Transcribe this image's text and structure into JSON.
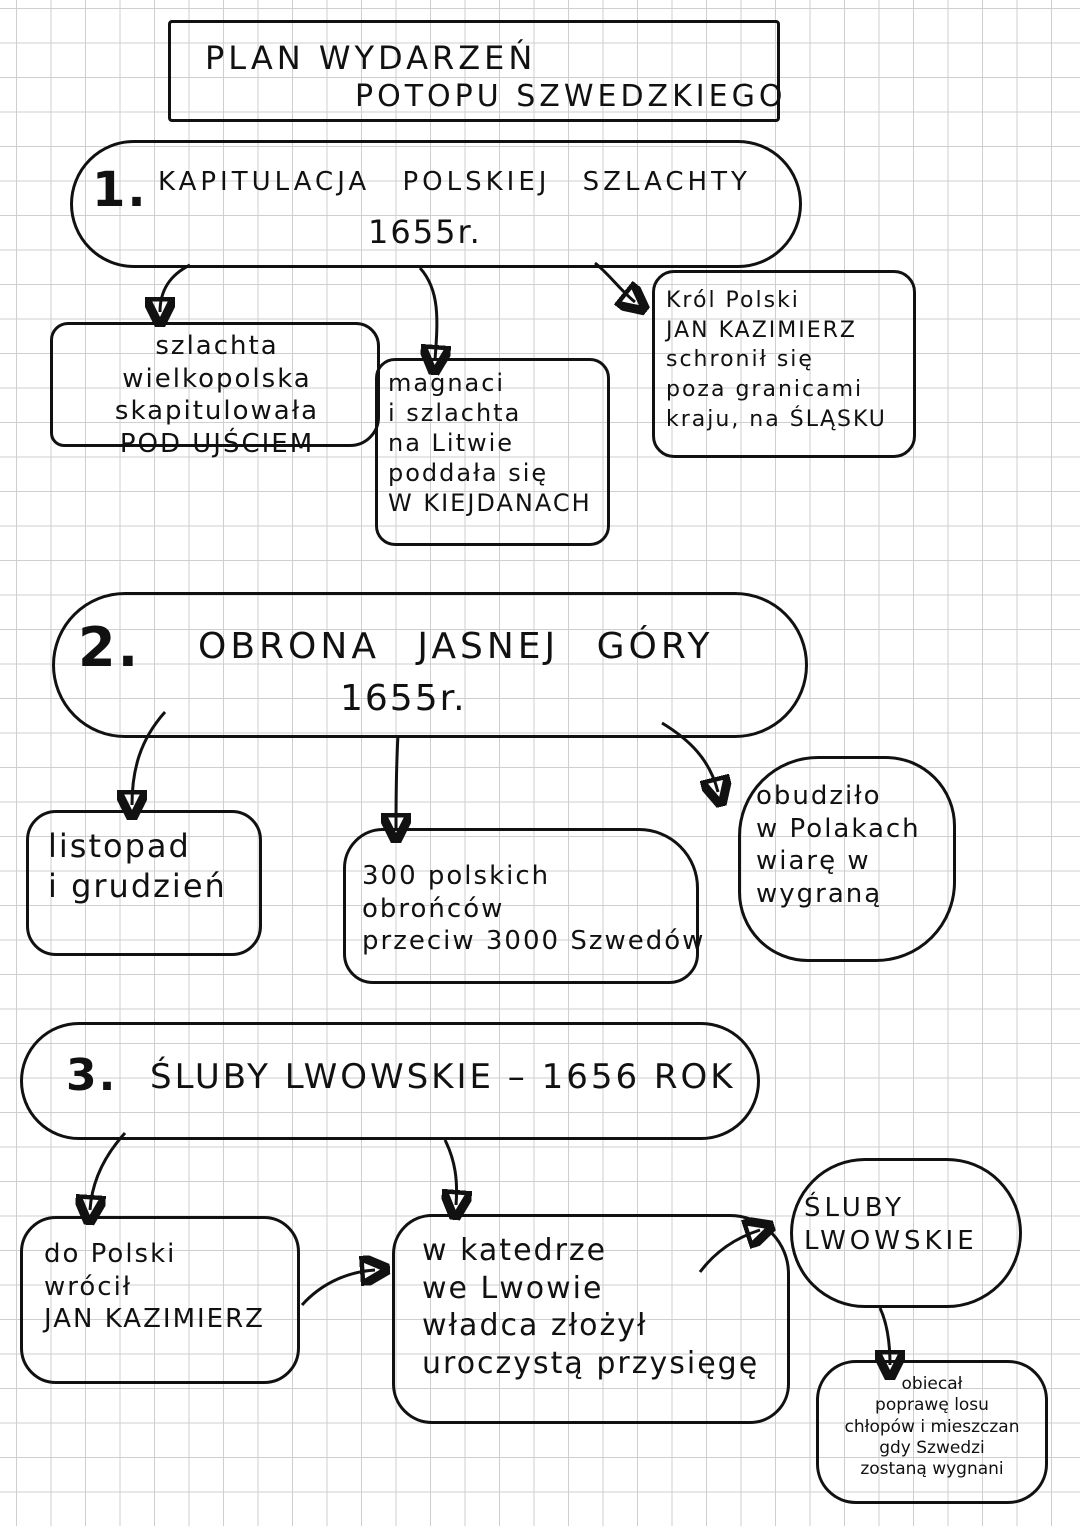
{
  "title": {
    "line1": "PLAN WYDARZEŃ",
    "line2": "POTOPU SZWEDZKIEGO"
  },
  "sections": [
    {
      "number": "1.",
      "heading": "KAPITULACJA POLSKIEJ SZLACHTY",
      "year": "1655r.",
      "notes": [
        "szlachta wielkopolska\nskapitulowała\nPOD UJŚCIEM",
        "magnaci\ni szlachta\nna Litwie\npoddała się\nW KIEJDANACH",
        "Król Polski\nJAN KAZIMIERZ\nschronił się\npoza granicami\nkraju, na ŚLĄSKU"
      ]
    },
    {
      "number": "2.",
      "heading": "OBRONA JASNEJ GÓRY",
      "year": "1655r.",
      "notes": [
        "listopad\ni grudzień",
        "300 polskich\nobrońców\nprzeciw 3000 Szwedów",
        "obudziło\nw Polakach\nwiarę w\nwygraną"
      ]
    },
    {
      "number": "3.",
      "heading": "ŚLUBY LWOWSKIE – 1656 rok",
      "notes": [
        "do Polski\nwrócił\nJAN KAZIMIERZ",
        "w katedrze\nwe Lwowie\nwładca złożył\nuroczystą przysięgę",
        "ŚLUBY\nLWOWSKIE",
        "obiecał\npoprawę losu\nchłopów i mieszczan\ngdy Szwedzi\nzostaną wygnani"
      ]
    }
  ]
}
